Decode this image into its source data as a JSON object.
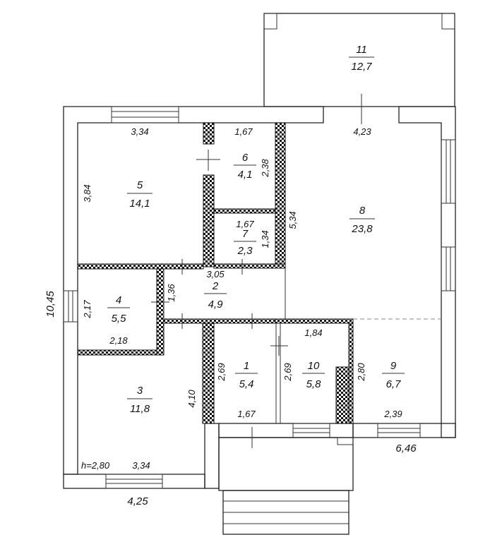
{
  "rooms": [
    {
      "id": "1",
      "area": "5,4"
    },
    {
      "id": "2",
      "area": "4,9"
    },
    {
      "id": "3",
      "area": "11,8"
    },
    {
      "id": "4",
      "area": "5,5"
    },
    {
      "id": "5",
      "area": "14,1"
    },
    {
      "id": "6",
      "area": "4,1"
    },
    {
      "id": "7",
      "area": "2,3"
    },
    {
      "id": "8",
      "area": "23,8"
    },
    {
      "id": "9",
      "area": "6,7"
    },
    {
      "id": "10",
      "area": "5,8"
    },
    {
      "id": "11",
      "area": "12,7"
    }
  ],
  "dims": {
    "d5_top": "3,34",
    "d6_top": "1,67",
    "d8_top": "4,23",
    "d5_left": "3,84",
    "d6_right": "2,38",
    "d7_top": "1,67",
    "d7_right": "1,34",
    "d8_left": "5,34",
    "d2_top": "3,05",
    "d2_left": "1,36",
    "d4_left": "2,17",
    "d4_bottom": "2,18",
    "d10_top": "1,84",
    "d1_left": "2,69",
    "d10_left": "2,69",
    "d9_left": "2,80",
    "d9_bottom": "2,39",
    "d3_right": "4,10",
    "d1_bottom": "1,67",
    "d3_bottom": "3,34",
    "height": "h=2,80",
    "overall_left": "10,45",
    "overall_bottom_left": "4,25",
    "overall_bottom_right": "6,46"
  }
}
